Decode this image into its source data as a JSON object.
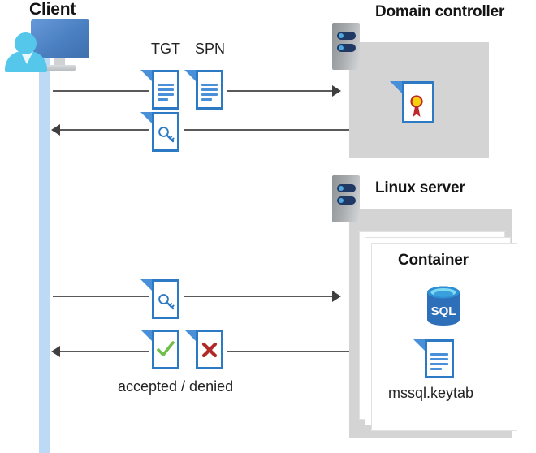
{
  "diagram": {
    "title_client": "Client",
    "title_domain_controller": "Domain controller",
    "title_linux_server": "Linux server",
    "title_container": "Container",
    "label_tgt": "TGT",
    "label_spn": "SPN",
    "label_accepted_denied": "accepted / denied",
    "label_keytab": "mssql.keytab",
    "label_sql": "SQL"
  },
  "icons": {
    "client": "client-workstation-icon",
    "server_rack": "server-rack-icon",
    "document_tgt": "document-icon",
    "document_spn": "document-icon",
    "document_key": "key-document-icon",
    "document_certificate": "certificate-document-icon",
    "document_accepted": "check-document-icon",
    "document_denied": "cross-document-icon",
    "document_keytab": "document-icon",
    "database": "sql-database-icon"
  },
  "flows": [
    {
      "id": "request-tgt-spn",
      "direction": "right",
      "from": "Client",
      "to": "Domain controller"
    },
    {
      "id": "return-ticket",
      "direction": "left",
      "from": "Domain controller",
      "to": "Client"
    },
    {
      "id": "present-ticket",
      "direction": "right",
      "from": "Client",
      "to": "Linux server"
    },
    {
      "id": "auth-result",
      "direction": "left",
      "from": "Linux server",
      "to": "Client"
    }
  ],
  "colors": {
    "accent_blue": "#2d7ac4",
    "doc_fold_blue": "#4a90d9",
    "lifeline_blue": "#bcd9f5",
    "panel_gray": "#d4d4d4",
    "server_navy": "#1f3864",
    "accepted_green": "#6fbe4a",
    "denied_red": "#b02a2a",
    "certificate_gold": "#f5d20c",
    "arrow_gray": "#5a5a5a"
  }
}
